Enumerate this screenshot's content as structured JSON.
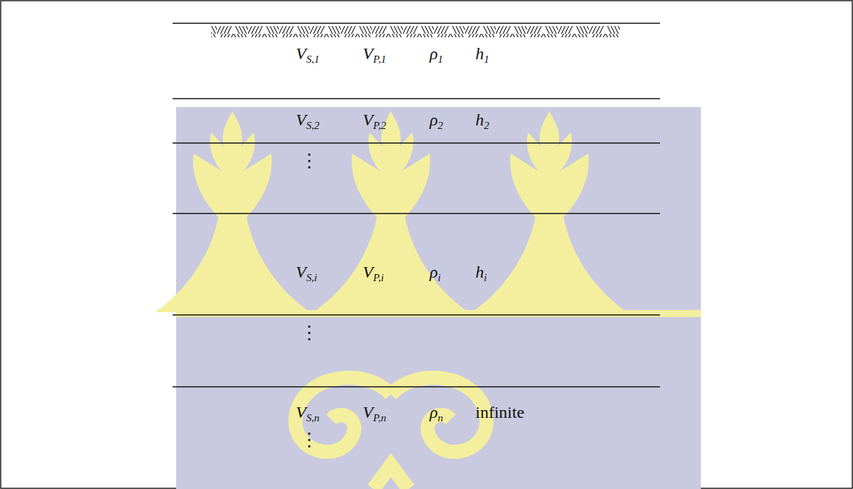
{
  "diagram": {
    "nodes": [
      {
        "text": [
          "VS,1",
          "VP,1",
          "ρ1",
          "h1"
        ]
      },
      {
        "text": [
          "VS,2",
          "VP,2",
          "ρ2",
          "h2"
        ]
      },
      {
        "text": [
          "VS,i",
          "VP,i",
          "ρi",
          "hi"
        ]
      },
      {
        "text": [
          "VS,n",
          "VP,n",
          "ρn",
          "infinite"
        ]
      }
    ],
    "labels": [
      "⋮",
      "⋮",
      "⋮"
    ]
  }
}
